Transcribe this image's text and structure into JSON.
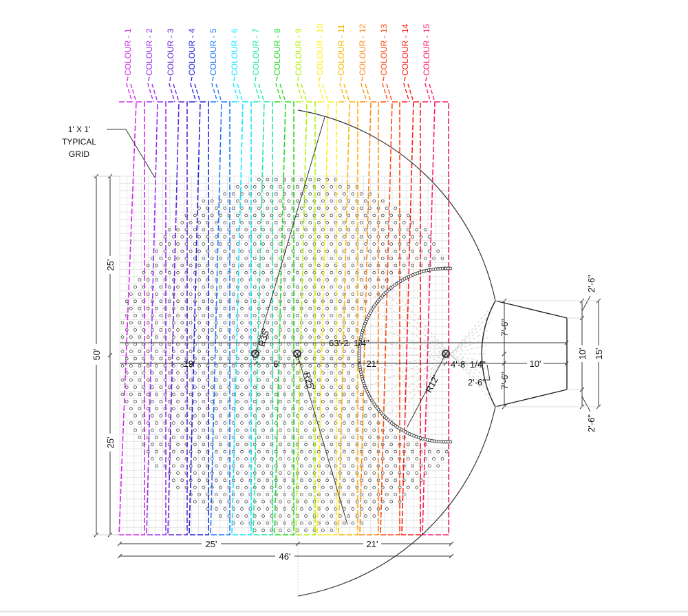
{
  "strips": [
    {
      "label": "COLOUR - 1",
      "color": "#d22be8"
    },
    {
      "label": "COLOUR - 2",
      "color": "#9b30f5"
    },
    {
      "label": "COLOUR - 3",
      "color": "#6428d6"
    },
    {
      "label": "COLOUR - 4",
      "color": "#2222e0"
    },
    {
      "label": "COLOUR - 5",
      "color": "#1e78ff"
    },
    {
      "label": "COLOUR - 6",
      "color": "#10e8ff"
    },
    {
      "label": "COLOUR - 7",
      "color": "#20e8a8"
    },
    {
      "label": "COLOUR - 8",
      "color": "#22dd22"
    },
    {
      "label": "COLOUR - 9",
      "color": "#b0f000"
    },
    {
      "label": "COLOUR - 10",
      "color": "#ffee10"
    },
    {
      "label": "COLOUR - 11",
      "color": "#ffb400"
    },
    {
      "label": "COLOUR - 12",
      "color": "#ff8a10"
    },
    {
      "label": "COLOUR - 13",
      "color": "#ff4a10"
    },
    {
      "label": "COLOUR - 14",
      "color": "#ff1a1a"
    },
    {
      "label": "COLOUR - 15",
      "color": "#ff1a70"
    }
  ],
  "grid_note": {
    "line1": "1' X 1'",
    "line2": "TYPICAL",
    "line3": "GRID"
  },
  "dims": {
    "total_height": "50'",
    "half_top": "25'",
    "half_bottom": "25'",
    "bottom_left": "25'",
    "bottom_right": "21'",
    "bottom_total": "46'",
    "overall_length": "63'-2",
    "overall_length_frac": "1/4\"",
    "seg_19": "19'",
    "seg_6": "6'",
    "seg_21": "21'",
    "seg_offset": "4'-8",
    "seg_offset_frac": "1/4\"",
    "seg_10": "10'",
    "offset_2_6": "2'-6\"",
    "side_upper": "7'-6\"",
    "side_lower": "7'-6\"",
    "end_10": "10'",
    "end_15": "15'",
    "end_top_2_6": "2'-6\"",
    "end_bottom_2_6": "2'-6\"",
    "r35": "R35'",
    "r25": "R25'",
    "r12": "R12'"
  },
  "colors": {
    "line": "#222222",
    "grid": "#d9d9d9",
    "dot": "#444444"
  }
}
